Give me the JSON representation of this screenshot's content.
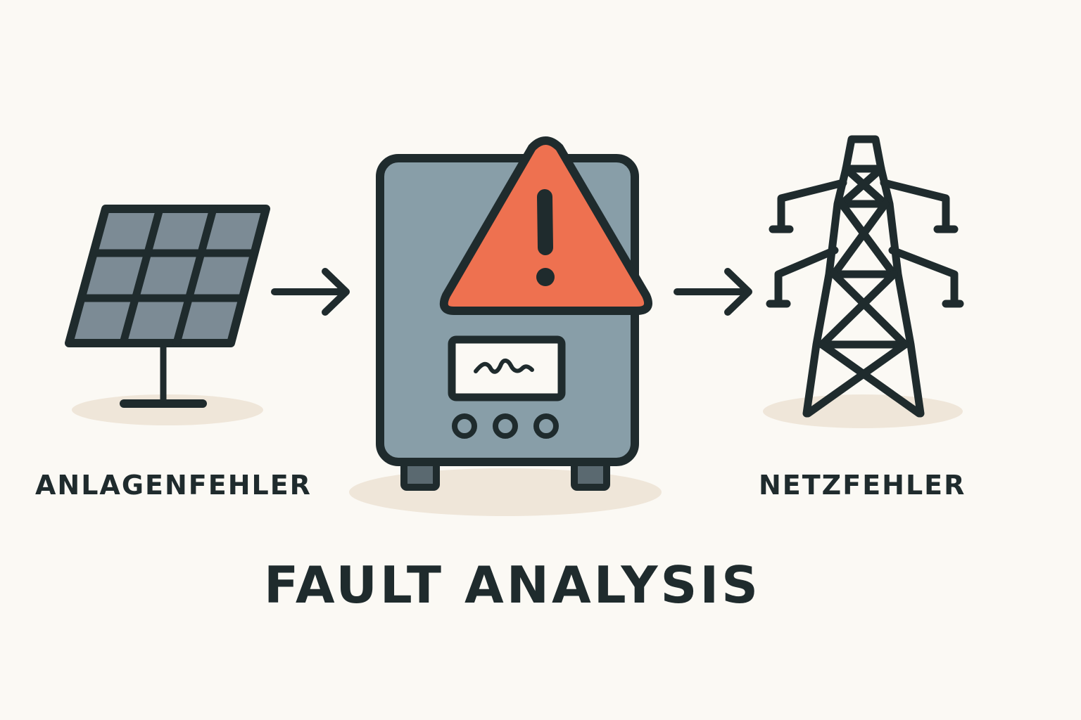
{
  "labels": {
    "left": "ANLAGENFEHLER",
    "right": "NETZFEHLER",
    "title": "FAULT ANALYSIS"
  },
  "icons": {
    "left": "solar-panel-icon",
    "center": "inverter-icon",
    "warning": "warning-triangle-icon",
    "right": "power-pylon-icon",
    "arrow": "arrow-right-icon"
  },
  "colors": {
    "background": "#fbf9f4",
    "outline": "#1f2b2d",
    "panel_cells": "#7c8b95",
    "inverter_body": "#889ea8",
    "warning": "#ee7150",
    "shadow": "#efe6d9"
  }
}
